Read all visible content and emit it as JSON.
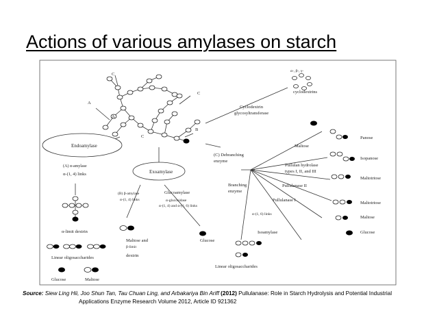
{
  "title": "Actions of various amylases on starch",
  "diagram": {
    "labels": {
      "C1": "C",
      "C2": "C",
      "C3": "C",
      "A1": "A",
      "A2": "A",
      "B": "B",
      "endoamylase": "Endoamylase",
      "exoamylase": "Exoamylase",
      "a_amylase": "(A) α-amylase",
      "a_links": "α-(1, 4) links",
      "b_amylase": "(B) β-amylase",
      "b_links": "α-(1, 4) links",
      "glucoamylase": "Glucoamylase",
      "glucosidase": "α-glucosidase",
      "gluco_links": "α-(1, 4) and α-(1, 6) links",
      "limit_dextrin": "α-limit dextrin",
      "maltose_and": "Maltose and",
      "beta_limit": "β-limit",
      "dextrin": "dextrin",
      "glucose_mid": "Glucose",
      "linear_oligo_left": "Linear oligosaccharides",
      "legend_glucose": "Glucose",
      "legend_maltose": "Maltose",
      "cyclo_greek": "α-, β-, γ-",
      "cyclodextrins": "cyclodextrins",
      "cgt1": "Cyclodextrin",
      "cgt2": "glycosyltransferase",
      "debranch1": "(C) Debranching",
      "debranch2": "enzyme",
      "branch1": "Branching",
      "branch2": "enzyme",
      "maltose_right": "Maltose",
      "panose": "Panose",
      "isopanose": "Isopanose",
      "maltotriose1": "Maltotriose",
      "pul_hydro1": "Pullulan hydrolase",
      "pul_hydro2": "types I, II, and III",
      "pul2": "Pullulanase II",
      "pul1": "Pullulanase I",
      "maltotriose2": "Maltotriose",
      "maltose_far": "Maltose",
      "a16": "α-(1, 6) links",
      "isoamylase": "Isoamylase",
      "glucose_right": "Glucose",
      "linear_oligo_right": "Linear oligosaccharides"
    }
  },
  "source": {
    "label": "Source:",
    "authors": "Siew Ling Hii, Joo Shun Tan, Tau Chuan Ling, and Arbakariya Bin Ariff",
    "year": "(2012)",
    "title": "Pullulanase: Role in Starch Hydrolysis and Potential Industrial",
    "journal": "Applications Enzyme Research Volume 2012, Article ID 921362"
  }
}
